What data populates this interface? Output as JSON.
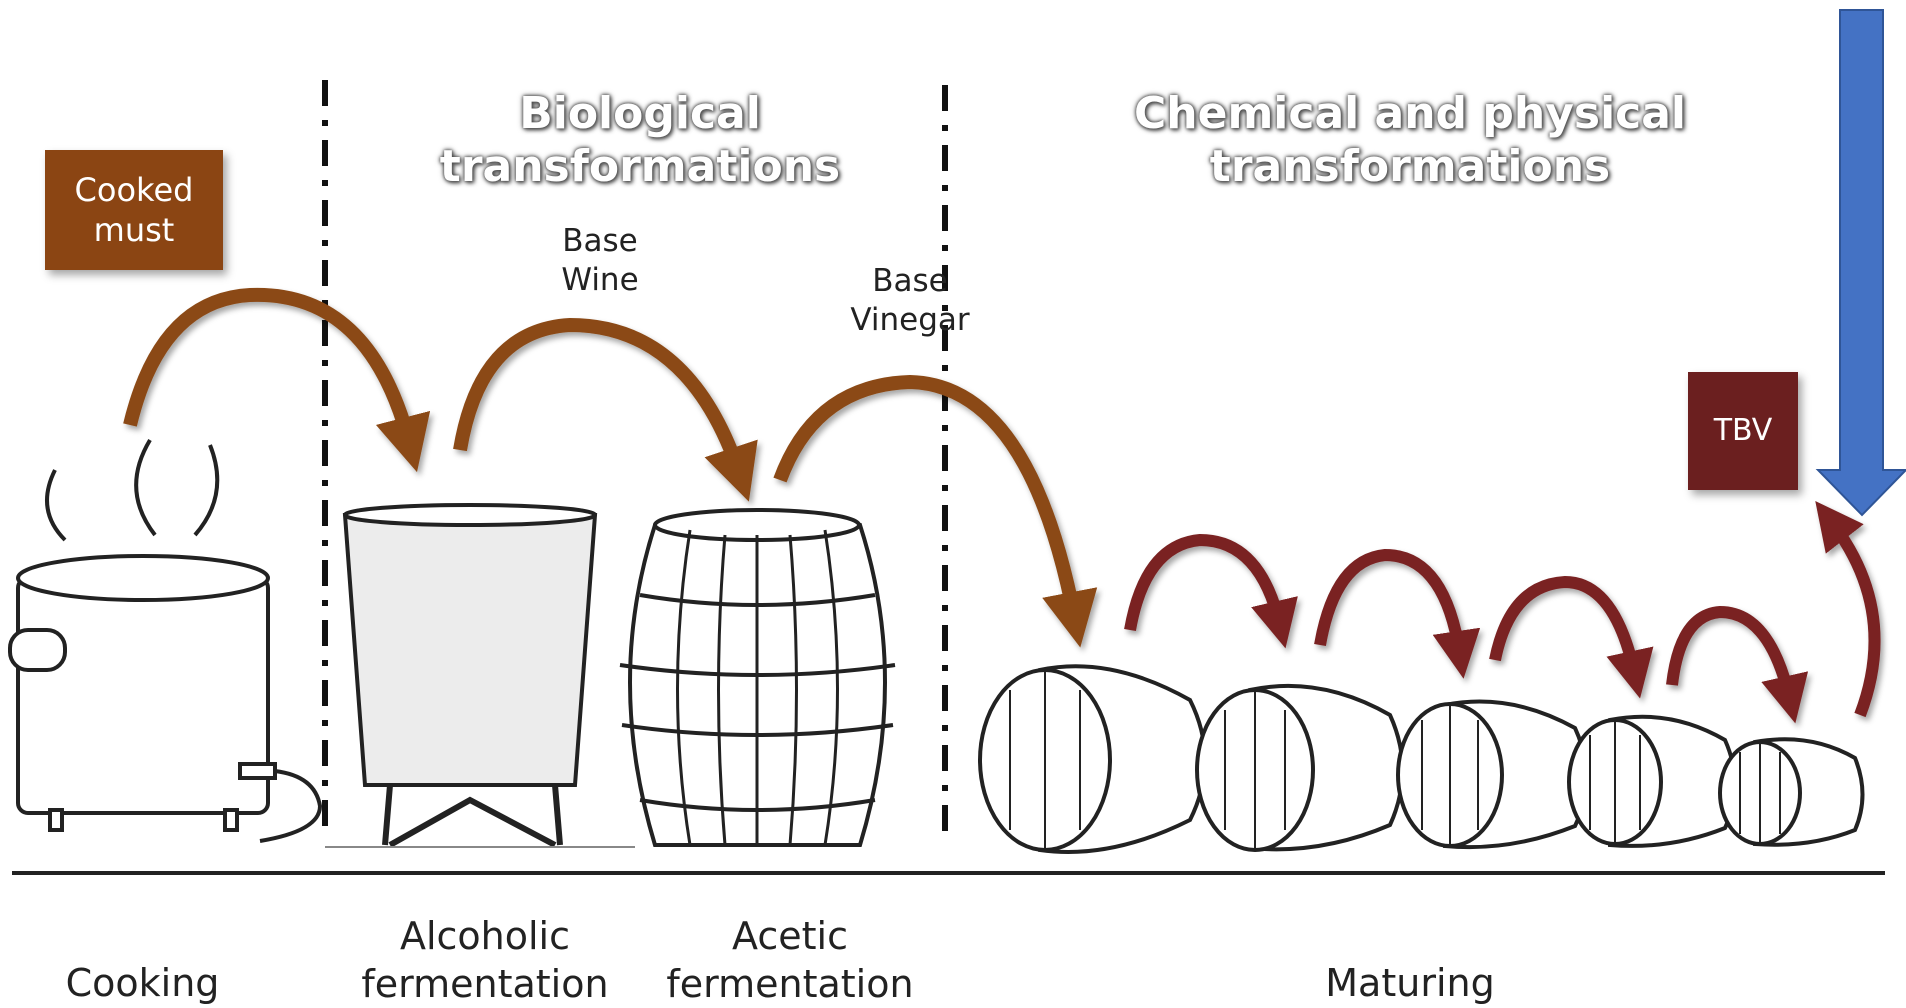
{
  "headers": {
    "biological": "Biological\ntransformations",
    "chemical": "Chemical and physical\ntransformations"
  },
  "boxes": {
    "cooked_must": "Cooked\nmust",
    "tbv": "TBV"
  },
  "flow_labels": {
    "base_wine": "Base\nWine",
    "base_vinegar": "Base\nVinegar"
  },
  "stages": {
    "cooking": "Cooking",
    "alcoholic": "Alcoholic\nfermentation",
    "acetic": "Acetic\nfermentation",
    "maturing": "Maturing"
  },
  "colors": {
    "brown_arrow": "#8B4A16",
    "red_arrow": "#7A2323",
    "cooked_must_box": "#8B4513",
    "tbv_box": "#6B1F1F",
    "blue_arrow": "#4472C4"
  }
}
